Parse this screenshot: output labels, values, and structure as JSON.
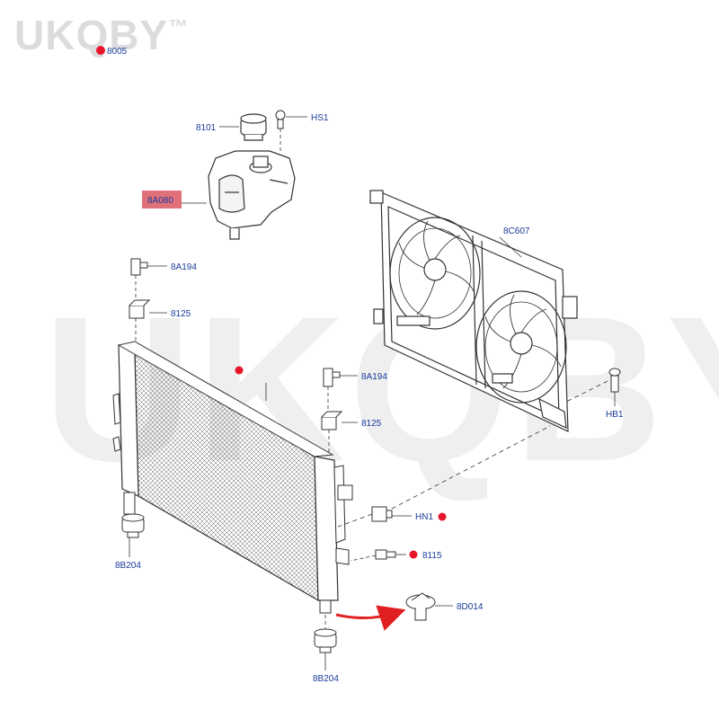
{
  "watermark": {
    "brand": "UKQBY",
    "tm": "™"
  },
  "callouts": {
    "c8005": "8005",
    "c8101": "8101",
    "cHS1": "HS1",
    "c8A080": "8A080",
    "c8A194_left": "8A194",
    "c8125_left": "8125",
    "c8C607": "8C607",
    "c8A194_right": "8A194",
    "c8125_right": "8125",
    "cHB1": "HB1",
    "cHN1": "HN1",
    "c8115": "8115",
    "c8B204_left": "8B204",
    "c8D014": "8D014",
    "c8B204_bottom": "8B204"
  },
  "colors": {
    "label": "#1a3a9a",
    "highlight": "#e0707a",
    "marker_dot": "#e8142a",
    "arrow": "#e02020",
    "line": "#333333",
    "watermark": "#dcdcdc"
  }
}
